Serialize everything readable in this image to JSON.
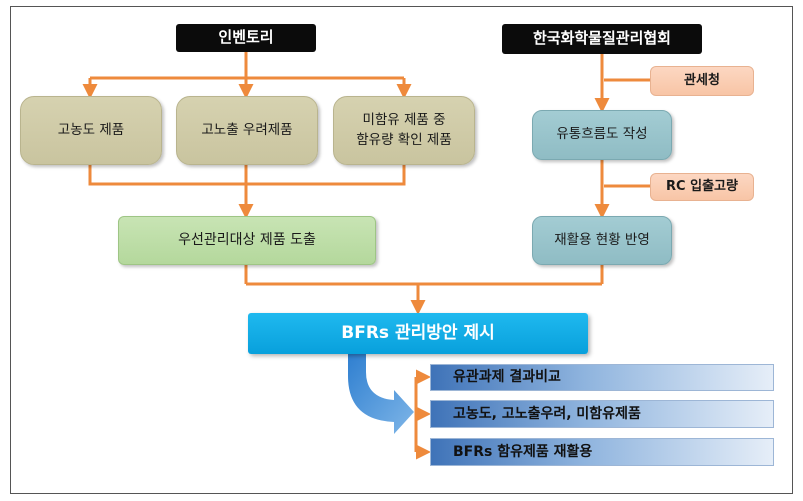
{
  "colors": {
    "connector": "#ee8a3c",
    "black_box": "#0b0b0b",
    "product_box": "#d1cdaa",
    "priority_box": "#c0dea8",
    "flow_box": "#99c4cb",
    "input_box": "#fbcfb5",
    "main_box": "#10abe6",
    "result_box": "#5b8dcb",
    "big_arrow": "#4f92d6"
  },
  "diagram": {
    "inventory_title": "인벤토리",
    "association_title": "한국화학물질관리협회",
    "products": [
      "고농도 제품",
      "고노출 우려제품",
      "미함유 제품 중\n함유량 확인 제품"
    ],
    "priority": "우선관리대상 제품 도출",
    "customs": "관세청",
    "flow": "유통흐름도 작성",
    "rc": "RC 입출고량",
    "recycling": "재활용 현황 반영",
    "main": "BFRs 관리방안 제시",
    "results": [
      "유관과제 결과비교",
      "고농도, 고노출우려, 미함유제품",
      "BFRs 함유제품 재활용"
    ]
  }
}
